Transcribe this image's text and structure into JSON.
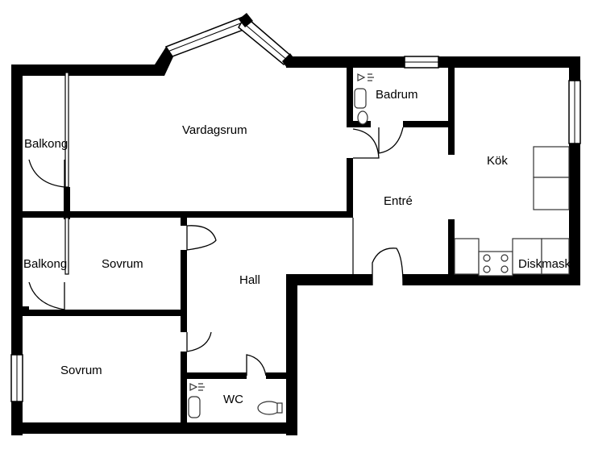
{
  "rooms": {
    "vardagsrum": "Vardagsrum",
    "balkong_upper": "Balkong",
    "balkong_lower": "Balkong",
    "sovrum_upper": "Sovrum",
    "sovrum_lower": "Sovrum",
    "hall": "Hall",
    "wc": "WC",
    "entre": "Entré",
    "badrum": "Badrum",
    "kok": "Kök",
    "diskmaskin": "Diskmaskin"
  },
  "colors": {
    "wall": "#000000",
    "background": "#ffffff",
    "fixture_stroke": "#333333"
  }
}
